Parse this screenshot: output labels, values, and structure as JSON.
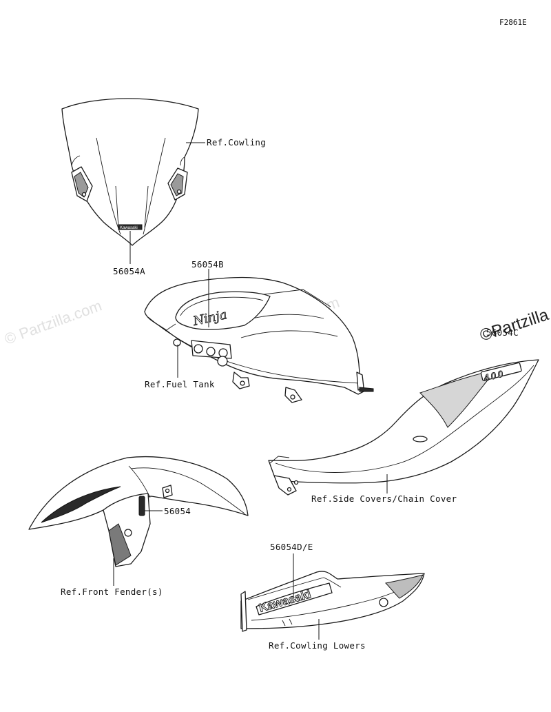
{
  "diagram_code": "F2861E",
  "watermark": "© Partzilla.com",
  "watermark_short": "©Partzilla",
  "decal_texts": {
    "windshield": "Kawasaki",
    "tank": "Ninja",
    "side_cover": "400",
    "lower": "Kawasaki"
  },
  "callouts": {
    "windshield_part": "56054A",
    "windshield_ref": "Ref.Cowling",
    "tank_part": "56054B",
    "tank_ref": "Ref.Fuel Tank",
    "side_cover_part": "56054C",
    "side_cover_ref": "Ref.Side Covers/Chain Cover",
    "fender_part": "56054",
    "fender_ref": "Ref.Front Fender(s)",
    "lower_part": "56054D/E",
    "lower_ref": "Ref.Cowling Lowers"
  }
}
